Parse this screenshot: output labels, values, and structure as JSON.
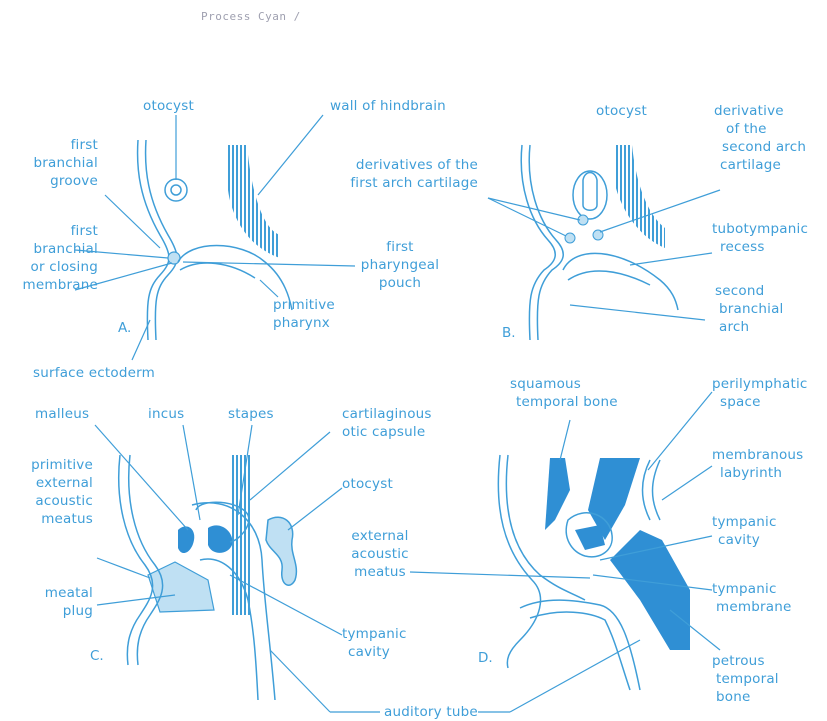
{
  "header": "Process Cyan /",
  "panel_letters": {
    "a": "A.",
    "b": "B.",
    "c": "C.",
    "d": "D."
  },
  "labels": {
    "a_otocyst": "otocyst",
    "a_wall_hindbrain": "wall of hindbrain",
    "a_first_branchial_groove": [
      "first",
      "branchial",
      "groove"
    ],
    "a_first_branchial_closing": [
      "first",
      "branchial",
      "or closing",
      "membrane"
    ],
    "a_first_pharyngeal_pouch": [
      "first",
      "pharyngeal",
      "pouch"
    ],
    "a_primitive_pharynx": [
      "primitive",
      "pharynx"
    ],
    "a_surface_ectoderm": "surface ectoderm",
    "b_otocyst": "otocyst",
    "b_derivative_second_arch": [
      "derivative",
      "of the",
      "second arch",
      "cartilage"
    ],
    "b_derivatives_first_arch": [
      "derivatives of the",
      "first arch cartilage"
    ],
    "b_tubotympanic_recess": [
      "tubotympanic",
      "recess"
    ],
    "b_second_branchial_arch": [
      "second",
      "branchial",
      "arch"
    ],
    "c_malleus": "malleus",
    "c_incus": "incus",
    "c_stapes": "stapes",
    "c_cartilaginous_otic_capsule": [
      "cartilaginous",
      "otic capsule"
    ],
    "c_otocyst": "otocyst",
    "c_primitive_external_acoustic_meatus": [
      "primitive",
      "external",
      "acoustic",
      "meatus"
    ],
    "c_meatal_plug": [
      "meatal",
      "plug"
    ],
    "c_tympanic_cavity": [
      "tympanic",
      "cavity"
    ],
    "cd_external_acoustic_meatus": [
      "external",
      "acoustic",
      "meatus"
    ],
    "d_squamous_temporal_bone": [
      "squamous",
      "temporal bone"
    ],
    "d_perilymphatic_space": [
      "perilymphatic",
      "space"
    ],
    "d_membranous_labyrinth": [
      "membranous",
      "labyrinth"
    ],
    "d_tympanic_cavity": [
      "tympanic",
      "cavity"
    ],
    "d_tympanic_membrane": [
      "tympanic",
      "membrane"
    ],
    "d_petrous_temporal_bone": [
      "petrous",
      "temporal",
      "bone"
    ],
    "auditory_tube": "auditory tube"
  },
  "colors": {
    "ink": "#3f9ed8",
    "fill_dark": "#2f8fd4",
    "fill_light": "#bfe0f3",
    "header_gray": "#9fa0b0"
  }
}
